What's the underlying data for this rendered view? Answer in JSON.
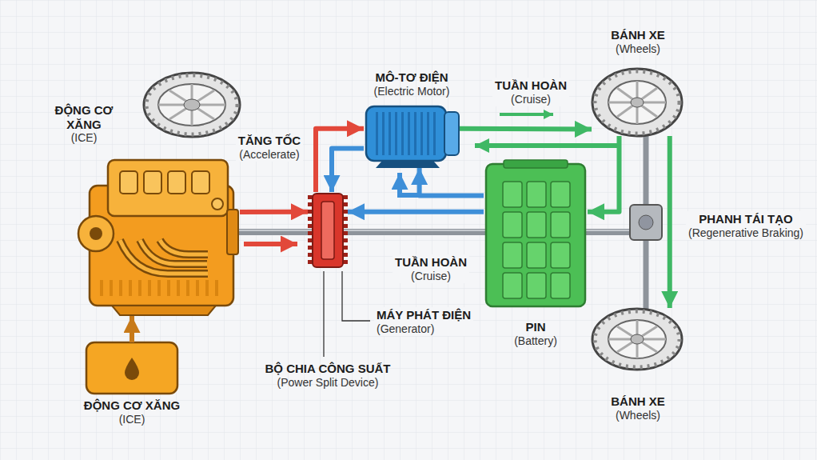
{
  "diagram": {
    "nodes": [
      {
        "text": [
          "ĐỘNG CƠ XĂNG",
          "(ICE)"
        ]
      },
      {
        "text": [
          "ĐỘNG CƠ XĂNG",
          "(ICE)"
        ]
      },
      {
        "text": [
          "BỘ CHIA CÔNG SUẤT",
          "(Power Split Device)"
        ]
      },
      {
        "text": [
          "MÔ-TƠ ĐIỆN",
          "(Electric Motor)"
        ]
      },
      {
        "text": [
          "PIN",
          "(Battery)"
        ]
      },
      {
        "text": [
          "BÁNH XE",
          "(Wheels)"
        ]
      },
      {
        "text": [
          "BÁNH XE",
          "(Wheels)"
        ]
      }
    ],
    "edges": [
      {
        "from": 1,
        "to": 0,
        "arrow": "to"
      },
      {
        "from": 0,
        "to": 2,
        "arrow": "to"
      },
      {
        "from": 2,
        "to": 3,
        "label": "TĂNG TỐC (Accelerate)",
        "arrow": "to"
      },
      {
        "from": 3,
        "to": 2,
        "arrow": "to"
      },
      {
        "from": 4,
        "to": 2,
        "label": "TUẦN HOÀN (Cruise)",
        "arrow": "to"
      },
      {
        "from": 4,
        "to": 3,
        "arrow": "to"
      },
      {
        "from": 3,
        "to": 5,
        "label": "TUẦN HOÀN (Cruise)",
        "arrow": "to"
      },
      {
        "from": 5,
        "to": 4,
        "arrow": "to"
      },
      {
        "from": 5,
        "to": 6,
        "label": "PHANH TÁI TẠO (Regenerative Braking)",
        "arrow": "to"
      }
    ],
    "labels": [
      "MÁY PHÁT ĐIỆN (Generator)"
    ]
  }
}
